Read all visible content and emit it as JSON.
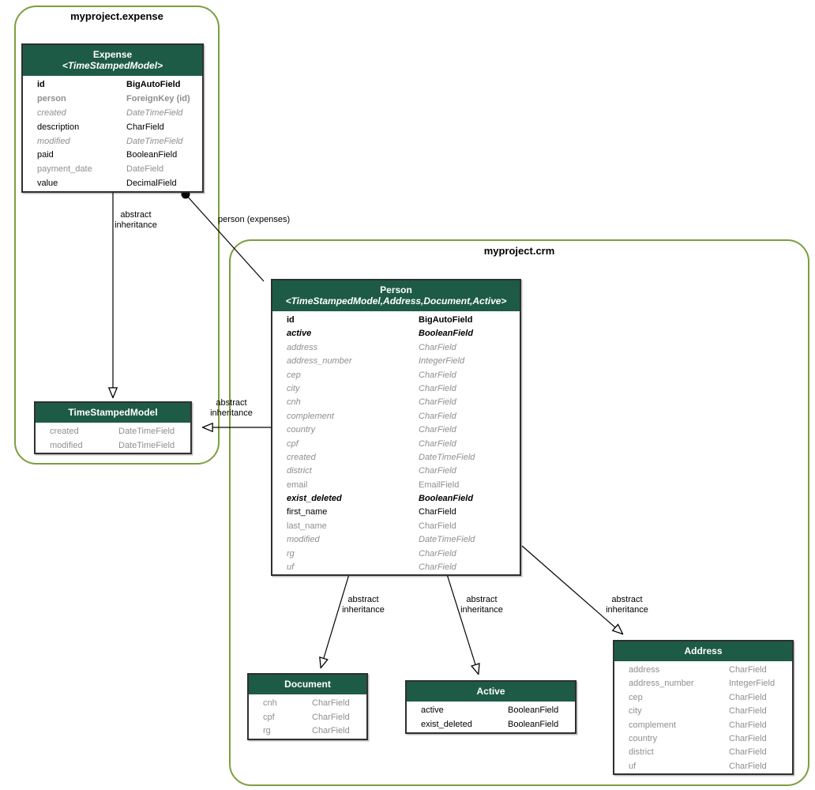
{
  "colors": {
    "header_bg": "#1e5b46",
    "package_border": "#7c9e3f",
    "muted": "#8f8f8f",
    "ink": "#000000"
  },
  "packages": {
    "expense": {
      "title": "myproject.expense"
    },
    "crm": {
      "title": "myproject.crm"
    }
  },
  "models": {
    "expense": {
      "title": "Expense",
      "stereotype": "<TimeStampedModel>",
      "fields": [
        {
          "name": "id",
          "type": "BigAutoField",
          "style": "pk"
        },
        {
          "name": "person",
          "type": "ForeignKey (id)",
          "style": "fk"
        },
        {
          "name": "created",
          "type": "DateTimeField",
          "style": "optinh"
        },
        {
          "name": "description",
          "type": "CharField",
          "style": "req"
        },
        {
          "name": "modified",
          "type": "DateTimeField",
          "style": "optinh"
        },
        {
          "name": "paid",
          "type": "BooleanField",
          "style": "req"
        },
        {
          "name": "payment_date",
          "type": "DateField",
          "style": "opt"
        },
        {
          "name": "value",
          "type": "DecimalField",
          "style": "req"
        }
      ]
    },
    "timestamped": {
      "title": "TimeStampedModel",
      "fields": [
        {
          "name": "created",
          "type": "DateTimeField",
          "style": "opt"
        },
        {
          "name": "modified",
          "type": "DateTimeField",
          "style": "opt"
        }
      ]
    },
    "person": {
      "title": "Person",
      "stereotype": "<TimeStampedModel,Address,Document,Active>",
      "fields": [
        {
          "name": "id",
          "type": "BigAutoField",
          "style": "pk"
        },
        {
          "name": "active",
          "type": "BooleanField",
          "style": "reqinh"
        },
        {
          "name": "address",
          "type": "CharField",
          "style": "optinh"
        },
        {
          "name": "address_number",
          "type": "IntegerField",
          "style": "optinh"
        },
        {
          "name": "cep",
          "type": "CharField",
          "style": "optinh"
        },
        {
          "name": "city",
          "type": "CharField",
          "style": "optinh"
        },
        {
          "name": "cnh",
          "type": "CharField",
          "style": "optinh"
        },
        {
          "name": "complement",
          "type": "CharField",
          "style": "optinh"
        },
        {
          "name": "country",
          "type": "CharField",
          "style": "optinh"
        },
        {
          "name": "cpf",
          "type": "CharField",
          "style": "optinh"
        },
        {
          "name": "created",
          "type": "DateTimeField",
          "style": "optinh"
        },
        {
          "name": "district",
          "type": "CharField",
          "style": "optinh"
        },
        {
          "name": "email",
          "type": "EmailField",
          "style": "opt"
        },
        {
          "name": "exist_deleted",
          "type": "BooleanField",
          "style": "reqinh"
        },
        {
          "name": "first_name",
          "type": "CharField",
          "style": "req"
        },
        {
          "name": "last_name",
          "type": "CharField",
          "style": "opt"
        },
        {
          "name": "modified",
          "type": "DateTimeField",
          "style": "optinh"
        },
        {
          "name": "rg",
          "type": "CharField",
          "style": "optinh"
        },
        {
          "name": "uf",
          "type": "CharField",
          "style": "optinh"
        }
      ]
    },
    "document": {
      "title": "Document",
      "fields": [
        {
          "name": "cnh",
          "type": "CharField",
          "style": "opt"
        },
        {
          "name": "cpf",
          "type": "CharField",
          "style": "opt"
        },
        {
          "name": "rg",
          "type": "CharField",
          "style": "opt"
        }
      ]
    },
    "active": {
      "title": "Active",
      "fields": [
        {
          "name": "active",
          "type": "BooleanField",
          "style": "req"
        },
        {
          "name": "exist_deleted",
          "type": "BooleanField",
          "style": "req"
        }
      ]
    },
    "address": {
      "title": "Address",
      "fields": [
        {
          "name": "address",
          "type": "CharField",
          "style": "opt"
        },
        {
          "name": "address_number",
          "type": "IntegerField",
          "style": "opt"
        },
        {
          "name": "cep",
          "type": "CharField",
          "style": "opt"
        },
        {
          "name": "city",
          "type": "CharField",
          "style": "opt"
        },
        {
          "name": "complement",
          "type": "CharField",
          "style": "opt"
        },
        {
          "name": "country",
          "type": "CharField",
          "style": "opt"
        },
        {
          "name": "district",
          "type": "CharField",
          "style": "opt"
        },
        {
          "name": "uf",
          "type": "CharField",
          "style": "opt"
        }
      ]
    }
  },
  "edges": {
    "abstract_label": "abstract\ninheritance",
    "person_label": "person (expenses)"
  }
}
